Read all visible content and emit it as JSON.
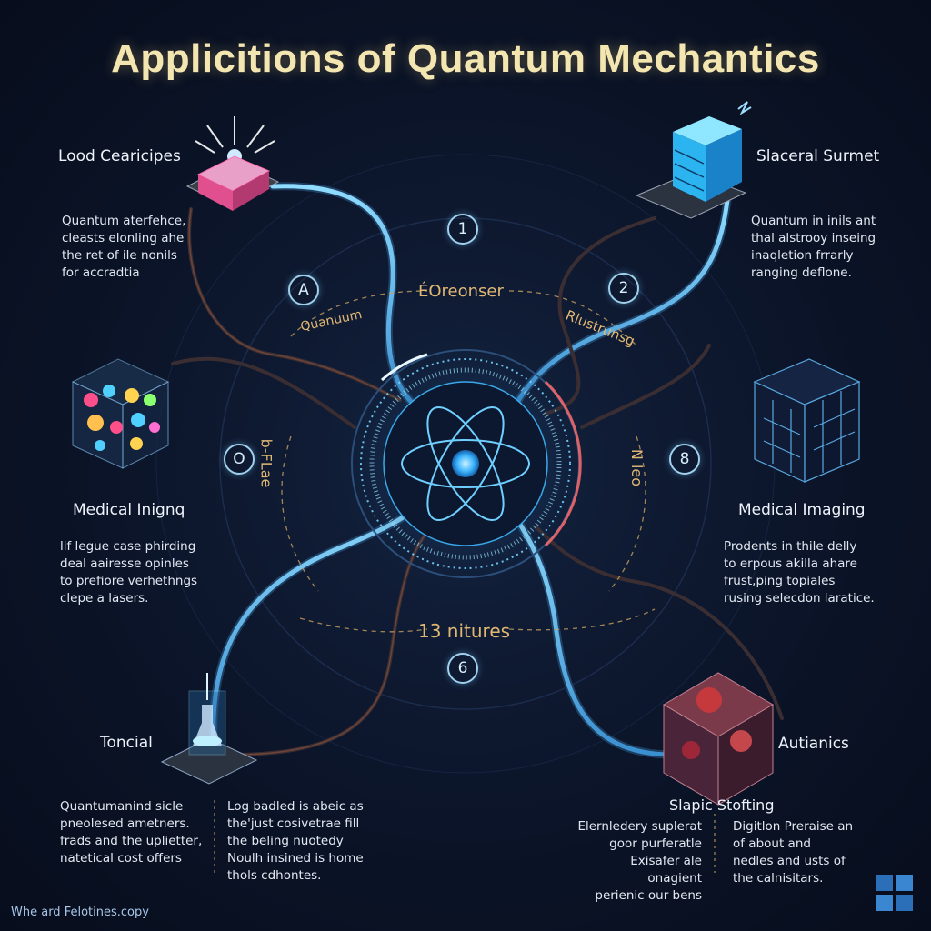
{
  "title": "Applicitions of Quantum Mechantics",
  "center_labels": {
    "top": "ÉOreonser",
    "left": "Quanuum",
    "right": "Rlustrunsg",
    "left_vert": "b-FLae",
    "right_vert": "N leo",
    "bottom": "13 nitures"
  },
  "numbers": {
    "n1": "1",
    "n2": "2",
    "nA": "A",
    "n0": "O",
    "n8": "8",
    "n6": "6"
  },
  "nodes": {
    "top_left": {
      "label": "Lood Cearicipes",
      "desc": [
        "Quantum aterfehce,",
        "cleasts elonling ahe",
        "the ret of ile nonils",
        "for accradtia"
      ]
    },
    "top_right": {
      "label": "Slaceral Surmet",
      "desc": [
        "Quantum in inils ant",
        "thal alstrooy inseing",
        "inaqletion frrarly",
        "ranging deflone."
      ]
    },
    "mid_left": {
      "label": "Medical Inignq",
      "desc": [
        "lif legue case phirding",
        "deal aairesse opinles",
        "to prefiore verhethngs",
        "clepe a lasers."
      ]
    },
    "mid_right": {
      "label": "Medical Imaging",
      "desc": [
        "Prodents in thile delly",
        "to erpous akilla ahare",
        "frust,ping topiales",
        "rusing selecdon laratice."
      ]
    },
    "bot_left": {
      "label": "Toncial",
      "desc": [
        "Quantumanind sicle",
        "pneolesed ametners.",
        "frads and the uplietter,",
        "natetical cost offers"
      ]
    },
    "bot_mid": {
      "desc": [
        "Log badled is abeic as",
        "the'just cosivetrae fill",
        "the beling nuotedy",
        "Noulh insined is home",
        "thols cdhontes."
      ]
    },
    "bot_right": {
      "label": "Autianics",
      "sub": "Slapic Stofting",
      "desc_a": [
        "Elernledery suplerat",
        "goor purferatle",
        "Exisafer ale onagient",
        "perienic our bens"
      ],
      "desc_b": [
        "Digitlon Preraise an",
        "of about and",
        "nedles and usts of",
        "the calnisitars."
      ]
    }
  },
  "footer": "Whe ard Felotines.copy",
  "colors": {
    "accent": "#5fc8ff",
    "gold": "#e0b874",
    "title": "#f4e6b0",
    "red": "#ff6a6a"
  }
}
